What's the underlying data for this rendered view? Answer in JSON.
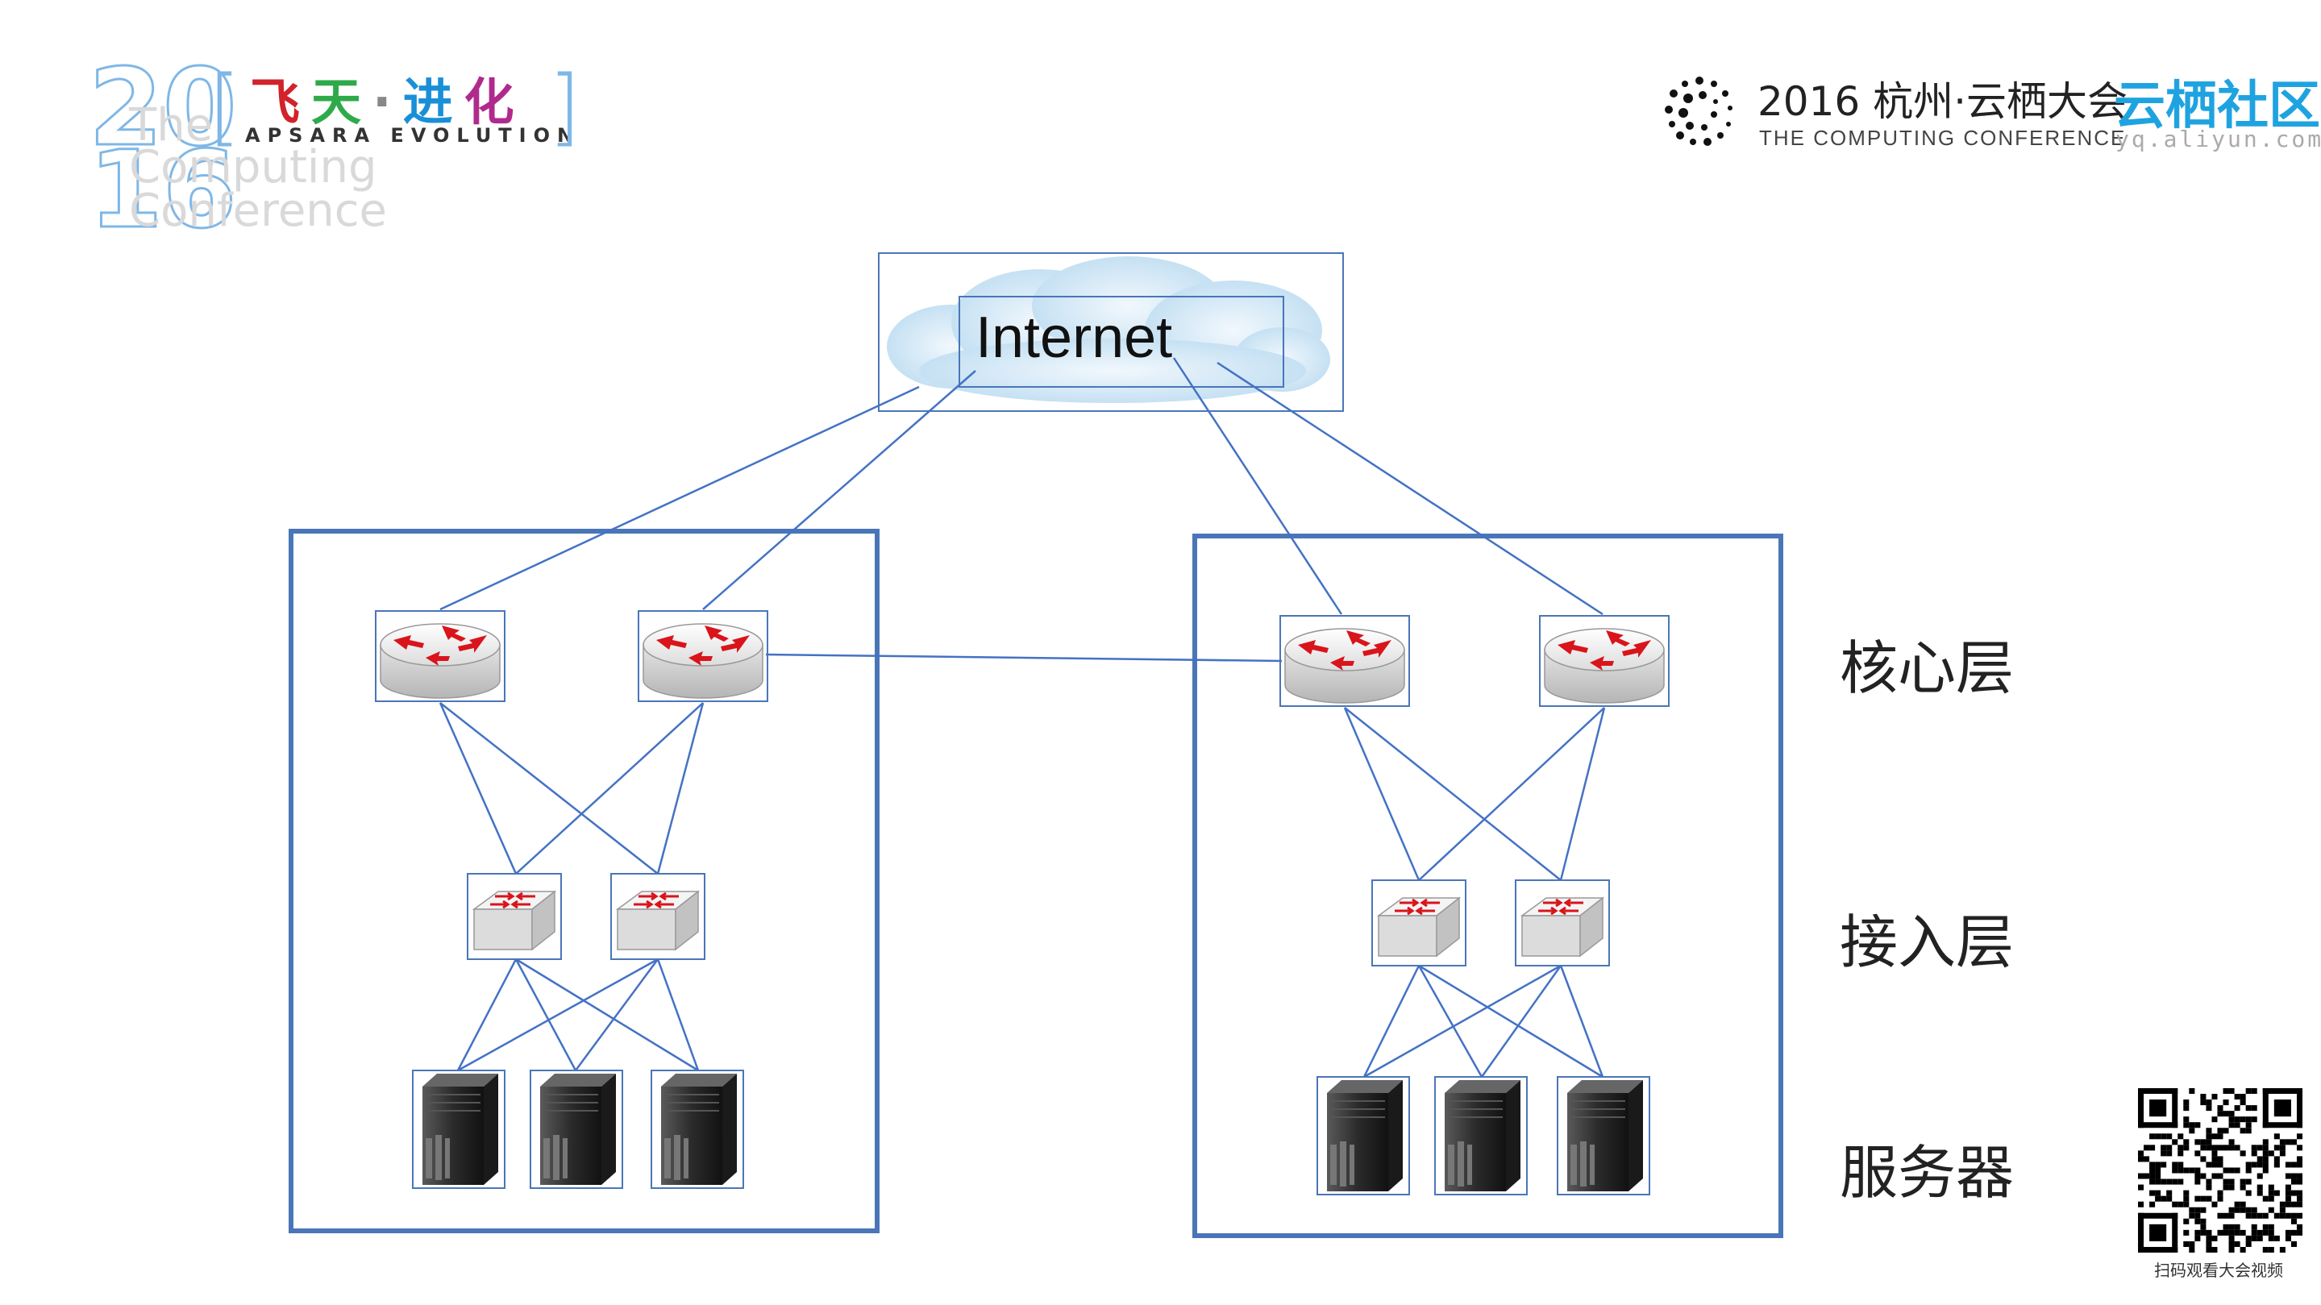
{
  "logo_left": {
    "year_top": "20",
    "year_bottom": "16",
    "ghost_line1": "The",
    "ghost_line2": "Computing",
    "ghost_line3": "Conference",
    "cn_title": [
      "飞",
      "天",
      "·",
      "进",
      "化"
    ],
    "cn_colors": [
      "#d2232a",
      "#2eaa4a",
      "#888888",
      "#1a8fd8",
      "#b02a8c"
    ],
    "en_title": "APSARA EVOLUTION",
    "bracket_open": "[",
    "bracket_close": "]"
  },
  "logo_right": {
    "conference_title": "2016 杭州·云栖大会",
    "conference_subtitle": "THE COMPUTING CONFERENCE",
    "community_title": "云栖社区",
    "community_url": "yq.aliyun.com"
  },
  "diagram": {
    "cloud_label": "Internet",
    "layers": {
      "core": "核心层",
      "access": "接入层",
      "server": "服务器"
    },
    "edge_color": "#4472c4",
    "box_color": "#4a76b8"
  },
  "qr": {
    "caption": "扫码观看大会视频"
  }
}
